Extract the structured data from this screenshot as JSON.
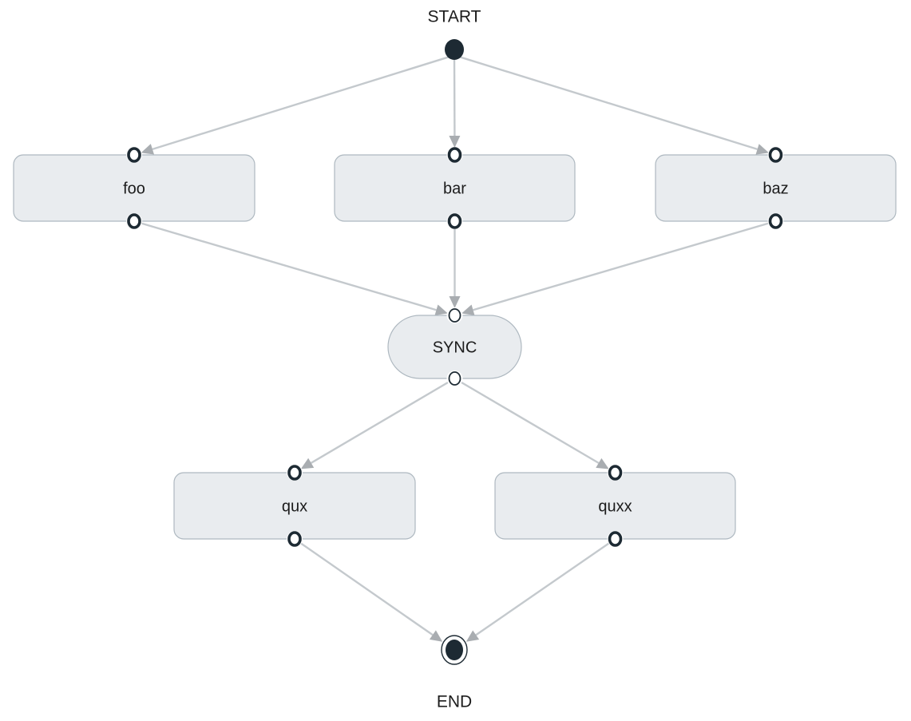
{
  "diagram": {
    "title": "Workflow graph",
    "colors": {
      "node_fill": "#e9ecef",
      "node_stroke": "#aeb8c0",
      "edge": "#c4c9cd",
      "arrowhead": "#a9adb1",
      "port": "#1d2a33",
      "terminal": "#1d2a33"
    },
    "nodes": [
      {
        "id": "start",
        "type": "start",
        "label": "START"
      },
      {
        "id": "foo",
        "type": "task",
        "label": "foo"
      },
      {
        "id": "bar",
        "type": "task",
        "label": "bar"
      },
      {
        "id": "baz",
        "type": "task",
        "label": "baz"
      },
      {
        "id": "sync",
        "type": "sync",
        "label": "SYNC"
      },
      {
        "id": "qux",
        "type": "task",
        "label": "qux"
      },
      {
        "id": "quxx",
        "type": "task",
        "label": "quxx"
      },
      {
        "id": "end",
        "type": "end",
        "label": "END"
      }
    ],
    "edges": [
      {
        "from": "start",
        "to": "foo"
      },
      {
        "from": "start",
        "to": "bar"
      },
      {
        "from": "start",
        "to": "baz"
      },
      {
        "from": "foo",
        "to": "sync"
      },
      {
        "from": "bar",
        "to": "sync"
      },
      {
        "from": "baz",
        "to": "sync"
      },
      {
        "from": "sync",
        "to": "qux"
      },
      {
        "from": "sync",
        "to": "quxx"
      },
      {
        "from": "qux",
        "to": "end"
      },
      {
        "from": "quxx",
        "to": "end"
      }
    ]
  }
}
